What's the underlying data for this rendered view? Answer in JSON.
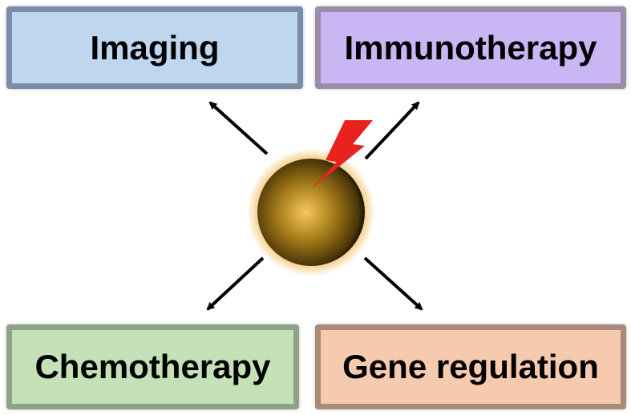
{
  "boxes": {
    "imaging": {
      "label": "Imaging",
      "fill": "#bed7ee",
      "border": "#7b8ca8"
    },
    "immunotherapy": {
      "label": "Immunotherapy",
      "fill": "#c9b6f5",
      "border": "#9b8ca8"
    },
    "chemotherapy": {
      "label": "Chemotherapy",
      "fill": "#c4e1b7",
      "border": "#8ea386"
    },
    "gene_regulation": {
      "label": "Gene regulation",
      "fill": "#f6caaf",
      "border": "#a98a7b"
    }
  }
}
